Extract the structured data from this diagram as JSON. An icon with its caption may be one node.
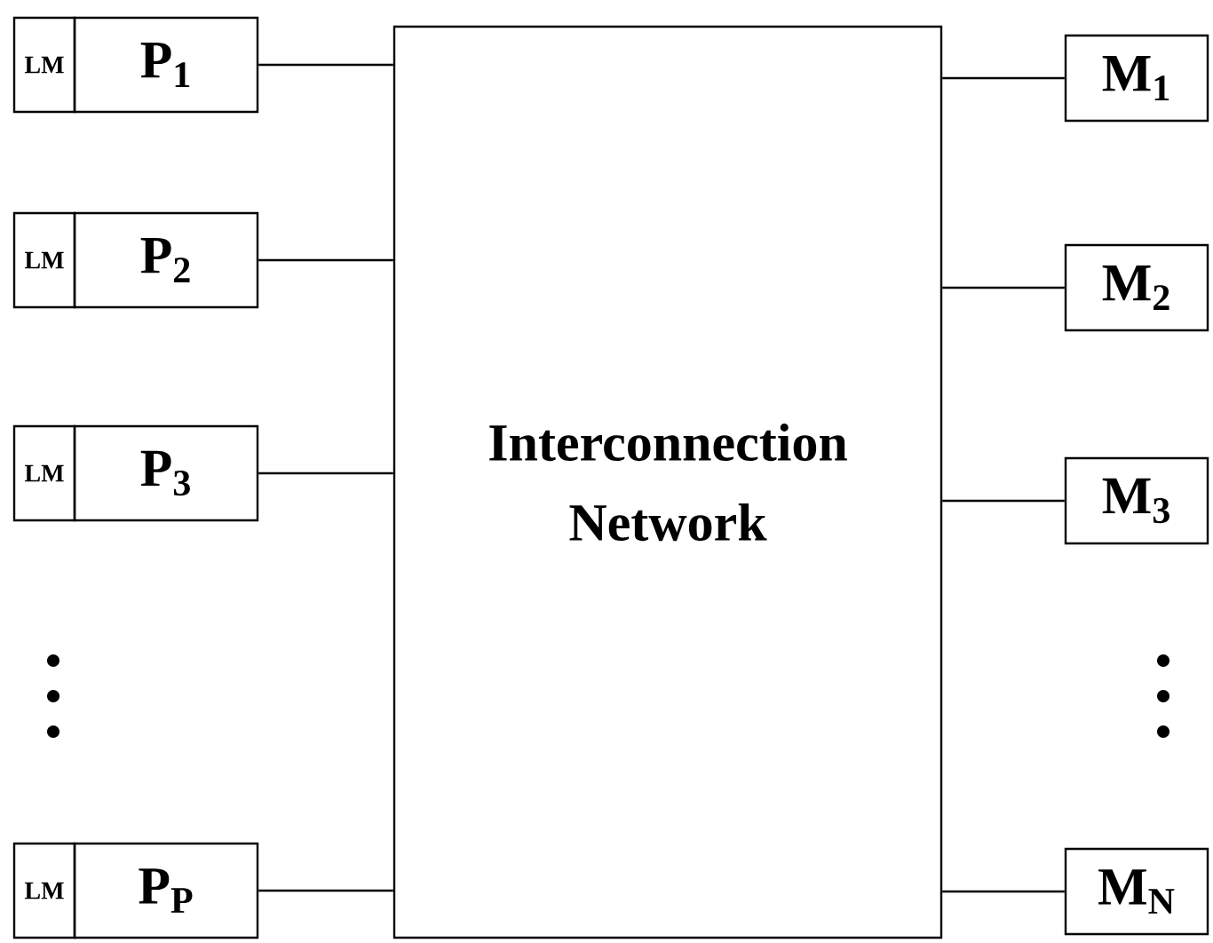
{
  "diagram": {
    "nodes": [
      {
        "text": [
          "Interconnection Network"
        ]
      },
      {
        "text": [
          "LM"
        ]
      },
      {
        "text": [
          "P$_{1}$"
        ]
      },
      {
        "text": [
          "LM"
        ]
      },
      {
        "text": [
          "P$_{2}$"
        ]
      },
      {
        "text": [
          "LM"
        ]
      },
      {
        "text": [
          "P$_{3}$"
        ]
      },
      {
        "text": [
          "LM"
        ]
      },
      {
        "text": [
          "P$_{P}$"
        ]
      },
      {
        "text": [
          "M$_{1}$"
        ]
      },
      {
        "text": [
          "M$_{2}$"
        ]
      },
      {
        "text": [
          "M$_{3}$"
        ]
      },
      {
        "text": [
          "M$_{N}$"
        ]
      }
    ],
    "edges": [
      {
        "from": 2,
        "to": 0,
        "arrow": "none"
      },
      {
        "from": 4,
        "to": 0,
        "arrow": "none"
      },
      {
        "from": 6,
        "to": 0,
        "arrow": "none"
      },
      {
        "from": 8,
        "to": 0,
        "arrow": "none"
      },
      {
        "from": 0,
        "to": 9,
        "arrow": "none"
      },
      {
        "from": 0,
        "to": 10,
        "arrow": "none"
      },
      {
        "from": 0,
        "to": 11,
        "arrow": "none"
      },
      {
        "from": 0,
        "to": 12,
        "arrow": "none"
      }
    ]
  }
}
